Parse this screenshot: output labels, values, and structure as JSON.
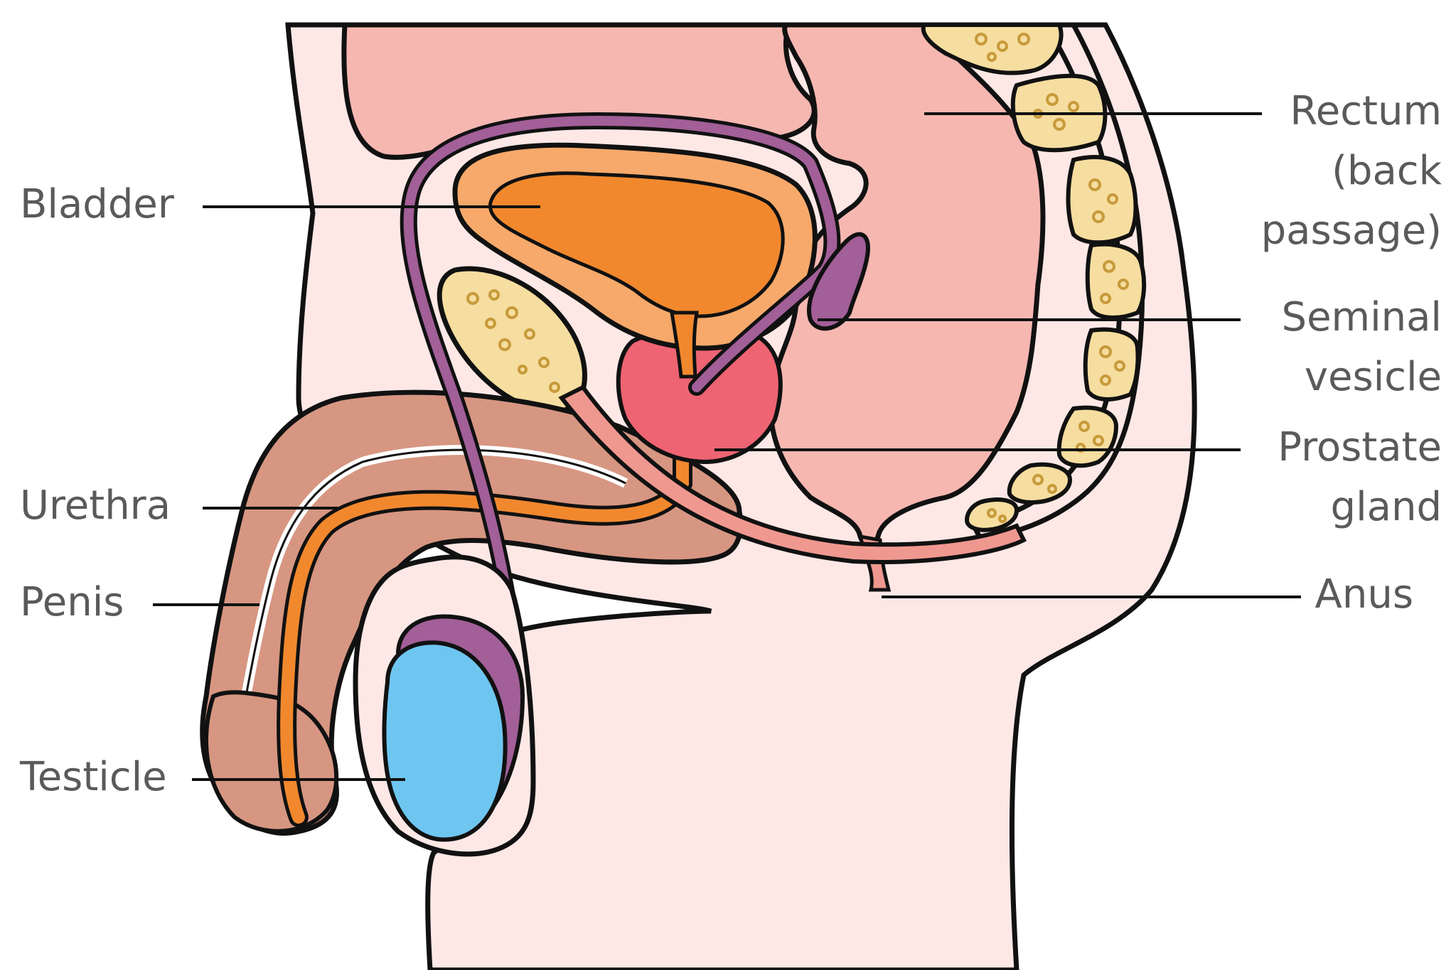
{
  "labels": {
    "bladder": "Bladder",
    "urethra": "Urethra",
    "penis": "Penis",
    "testicle": "Testicle",
    "rectum": [
      "Rectum",
      "(back",
      "passage)"
    ],
    "seminal_vesicle": [
      "Seminal",
      "vesicle"
    ],
    "prostate_gland": [
      "Prostate",
      "gland"
    ],
    "anus": "Anus"
  },
  "colors": {
    "skin": "#fde8e6",
    "outline": "#111111",
    "abdomen_organ": "#f6b7b1",
    "bladder_wall": "#f6a96a",
    "bladder_inner": "#f1882e",
    "prostate": "#ee6472",
    "seminal_vesicle": "#a25f98",
    "bone": "#f6dda0",
    "penis": "#d69682",
    "testicle": "#6ec6f0",
    "urethra": "#f1882e",
    "rectum_canal": "#ef9890",
    "label_text": "#5a5a5a"
  }
}
